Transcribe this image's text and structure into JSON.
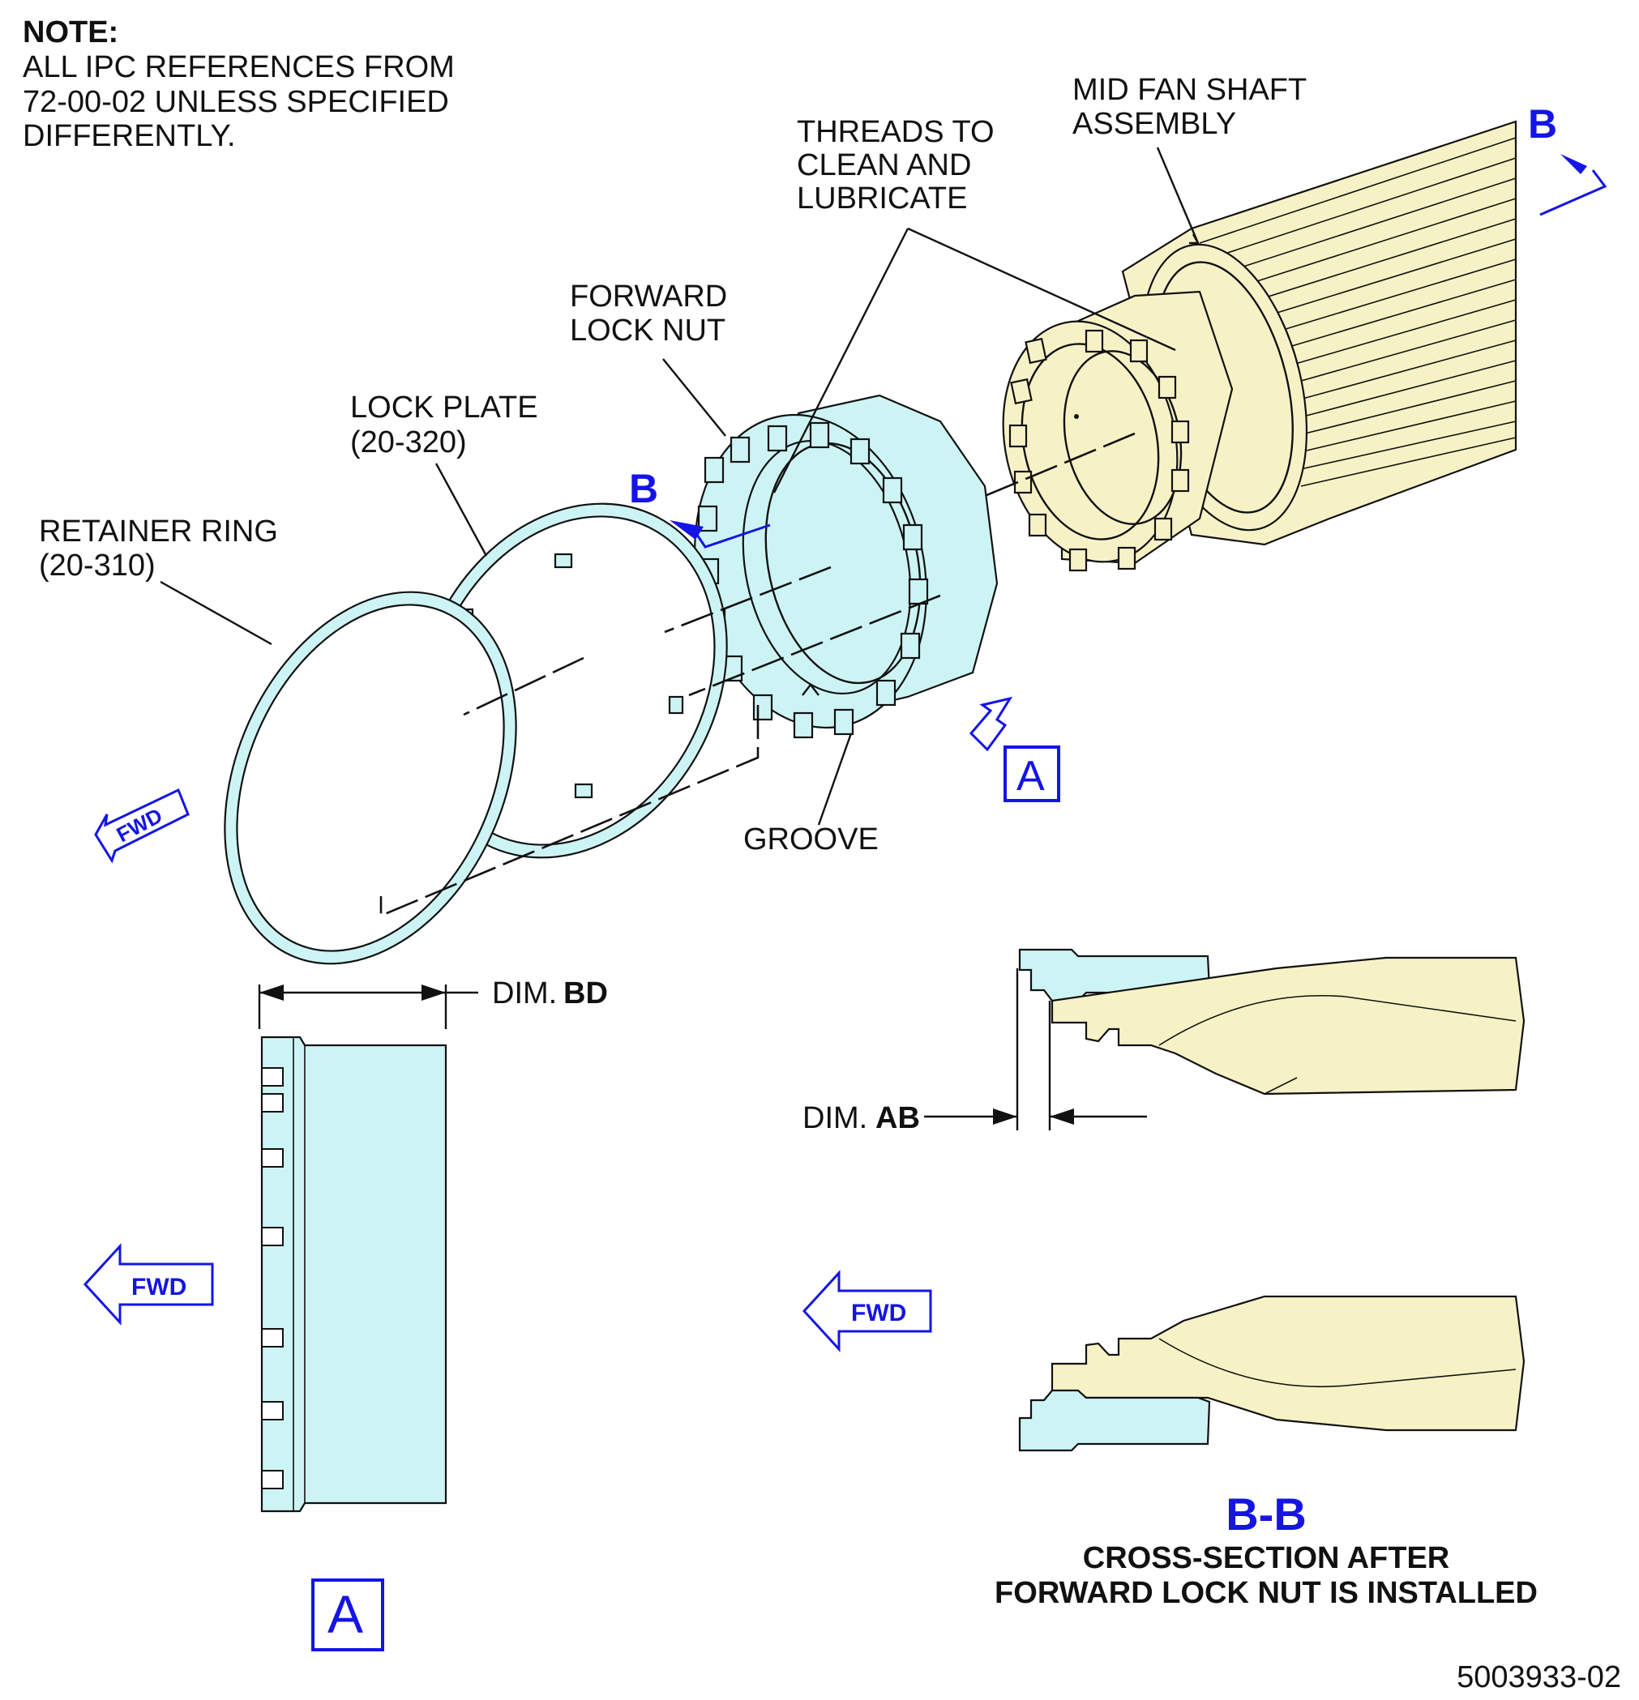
{
  "note": {
    "heading": "NOTE:",
    "lines": [
      "ALL IPC REFERENCES FROM",
      "72-00-02 UNLESS SPECIFIED",
      "DIFFERENTLY."
    ]
  },
  "callouts": {
    "mid_fan_shaft": [
      "MID FAN SHAFT",
      "ASSEMBLY"
    ],
    "threads": [
      "THREADS TO",
      "CLEAN AND",
      "LUBRICATE"
    ],
    "forward_lock_nut": [
      "FORWARD",
      "LOCK NUT"
    ],
    "lock_plate": [
      "LOCK PLATE",
      "(20-320)"
    ],
    "retainer_ring": [
      "RETAINER RING",
      "(20-310)"
    ],
    "groove": "GROOVE"
  },
  "section_markers": {
    "b_top_right": "B",
    "b_middle": "B",
    "view_a_marker": "A",
    "view_a_label": "A"
  },
  "fwd": {
    "exploded": "FWD",
    "view_a": "FWD",
    "section": "FWD"
  },
  "dimensions": {
    "bd_prefix": "DIM.",
    "bd_code": "BD",
    "ab_prefix": "DIM.",
    "ab_code": "AB"
  },
  "section_title": {
    "code": "B-B",
    "lines": [
      "CROSS-SECTION AFTER",
      "FORWARD LOCK NUT IS INSTALLED"
    ]
  },
  "figure_id": "5003933-02",
  "colors": {
    "accent_blue": "#1414e6",
    "part_cyan": "#cdf4f4",
    "part_cream": "#f7f2c6"
  }
}
